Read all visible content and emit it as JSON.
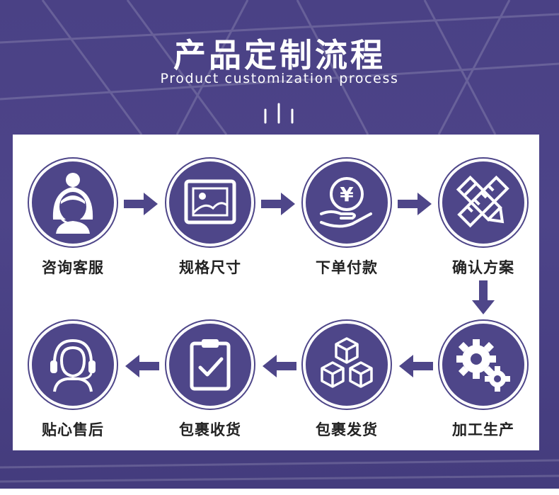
{
  "header": {
    "title": "产品定制流程",
    "subtitle": "Product customization process"
  },
  "colors": {
    "banner": "#4a4185",
    "circle": "#4e4689",
    "arrow": "#4e4689",
    "text": "#222222"
  },
  "steps": [
    {
      "icon": "customer-service-icon",
      "label": "咨询客服"
    },
    {
      "icon": "image-size-icon",
      "label": "规格尺寸"
    },
    {
      "icon": "payment-icon",
      "label": "下单付款"
    },
    {
      "icon": "design-tools-icon",
      "label": "确认方案"
    },
    {
      "icon": "gears-icon",
      "label": "加工生产"
    },
    {
      "icon": "boxes-icon",
      "label": "包裹发货"
    },
    {
      "icon": "clipboard-check-icon",
      "label": "包裹收货"
    },
    {
      "icon": "headset-icon",
      "label": "贴心售后"
    }
  ]
}
